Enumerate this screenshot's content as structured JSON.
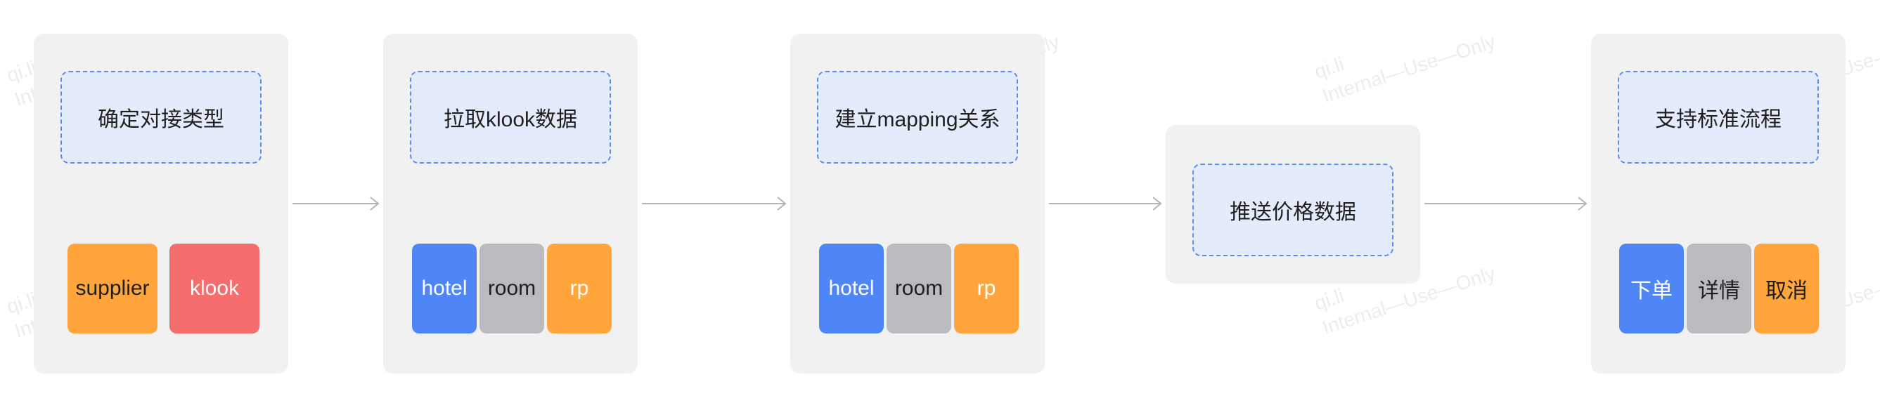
{
  "watermark": {
    "line1": "qi.li",
    "line2": "Internal—Use—Only"
  },
  "stages": [
    {
      "title": "确定对接类型",
      "chips": [
        {
          "label": "supplier",
          "color": "orange"
        },
        {
          "label": "klook",
          "color": "red"
        }
      ]
    },
    {
      "title": "拉取klook数据",
      "chips": [
        {
          "label": "hotel",
          "color": "blue"
        },
        {
          "label": "room",
          "color": "gray"
        },
        {
          "label": "rp",
          "color": "orange"
        }
      ]
    },
    {
      "title": "建立mapping关系",
      "chips": [
        {
          "label": "hotel",
          "color": "blue"
        },
        {
          "label": "room",
          "color": "gray"
        },
        {
          "label": "rp",
          "color": "orange"
        }
      ]
    },
    {
      "title": "推送价格数据",
      "chips": []
    },
    {
      "title": "支持标准流程",
      "chips": [
        {
          "label": "下单",
          "color": "blue"
        },
        {
          "label": "详情",
          "color": "gray"
        },
        {
          "label": "取消",
          "color": "orange"
        }
      ]
    }
  ],
  "colors": {
    "blue": "#4f86f7",
    "gray": "#b9bbbe",
    "orange": "#ffa53c",
    "red": "#f56d6d",
    "panel": "#f1f1f2",
    "step_fill": "#e4ecfb",
    "step_border": "#5b8cf0",
    "arrow": "#b5b5b5"
  }
}
